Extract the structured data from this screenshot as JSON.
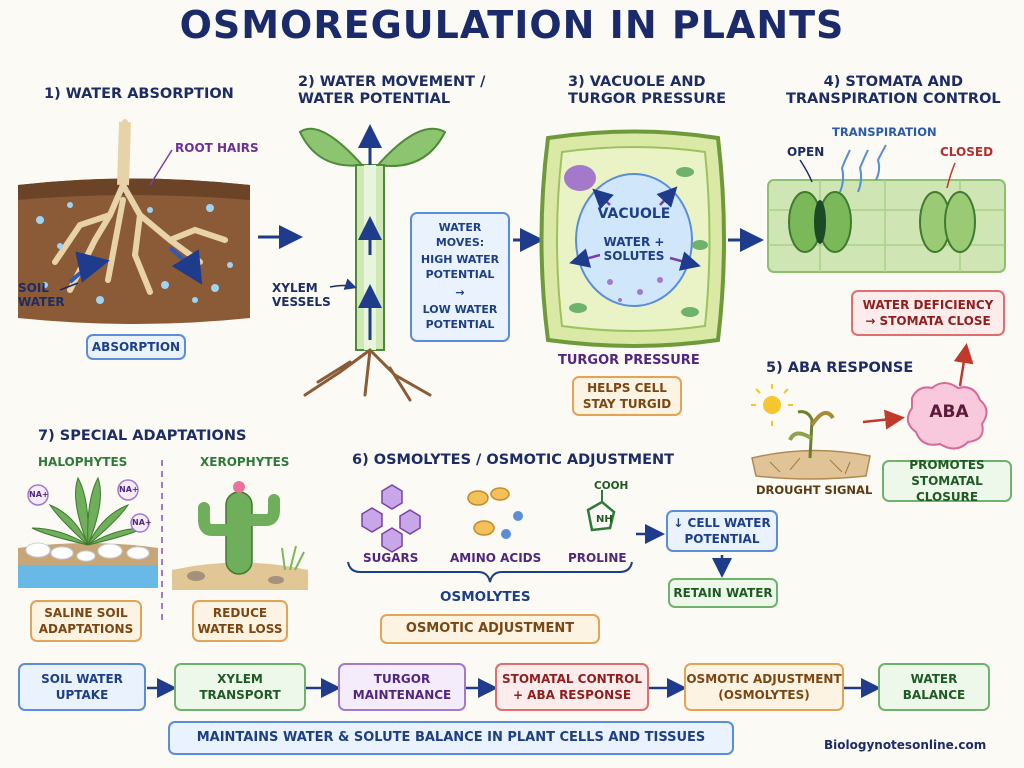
{
  "title": "OSMOREGULATION IN PLANTS",
  "sections": {
    "s1": "1) WATER ABSORPTION",
    "s2": "2) WATER MOVEMENT /\nWATER POTENTIAL",
    "s3": "3) VACUOLE AND\nTURGOR PRESSURE",
    "s4": "4) STOMATA AND\nTRANSPIRATION CONTROL",
    "s5": "5) ABA RESPONSE",
    "s6": "6) OSMOLYTES / OSMOTIC ADJUSTMENT",
    "s7": "7) SPECIAL ADAPTATIONS"
  },
  "absorption": {
    "root_hairs": "ROOT HAIRS",
    "soil_water": "SOIL\nWATER",
    "box": "ABSORPTION"
  },
  "movement": {
    "xylem": "XYLEM\nVESSELS",
    "header": "WATER MOVES:",
    "high": "HIGH WATER\nPOTENTIAL",
    "arrow": "→",
    "low": "LOW WATER\nPOTENTIAL"
  },
  "vacuole": {
    "vacuole": "VACUOLE",
    "contents": "WATER +\nSOLUTES",
    "turgor": "TURGOR PRESSURE",
    "box": "HELPS CELL\nSTAY TURGID"
  },
  "stomata": {
    "open": "OPEN",
    "transpiration": "TRANSPIRATION",
    "closed": "CLOSED",
    "deficiency": "WATER DEFICIENCY\n→ STOMATA CLOSE"
  },
  "aba": {
    "drought": "DROUGHT SIGNAL",
    "aba": "ABA",
    "promotes": "PROMOTES\nSTOMATAL CLOSURE"
  },
  "osmolytes": {
    "sugars": "SUGARS",
    "amino": "AMINO ACIDS",
    "proline": "PROLINE",
    "cooh": "COOH",
    "nh": "NH",
    "label": "OSMOLYTES",
    "adjust": "OSMOTIC ADJUSTMENT",
    "cell": "↓ CELL WATER\nPOTENTIAL",
    "retain": "RETAIN WATER"
  },
  "adaptations": {
    "halo": "HALOPHYTES",
    "xero": "XEROPHYTES",
    "na": "Na+",
    "saline": "SALINE SOIL\nADAPTATIONS",
    "reduce": "REDUCE\nWATER LOSS"
  },
  "flow": [
    "SOIL WATER\nUPTAKE",
    "XYLEM\nTRANSPORT",
    "TURGOR\nMAINTENANCE",
    "STOMATAL CONTROL\n+ ABA RESPONSE",
    "OSMOTIC ADJUSTMENT\n(OSMOLYTES)",
    "WATER\nBALANCE"
  ],
  "summary": "MAINTAINS WATER & SOLUTE BALANCE IN PLANT CELLS AND TISSUES",
  "website": "Biologynotesonline.com",
  "colors": {
    "navy": "#1d2c63",
    "blue": "#5b8ed6",
    "green": "#6fb26c",
    "purple": "#a479c9",
    "red": "#dd6f6f",
    "orange": "#e2a456"
  }
}
